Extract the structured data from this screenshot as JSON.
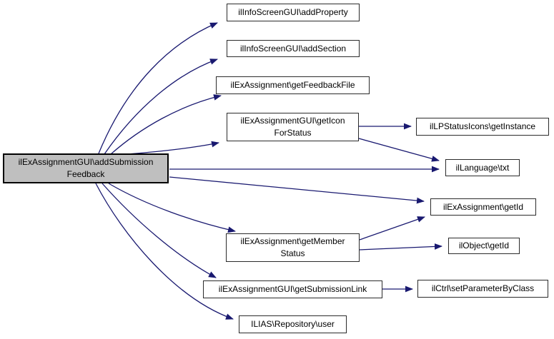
{
  "diagram": {
    "type": "call-graph",
    "background_color": "#ffffff",
    "edge_color": "#191970",
    "node_fill": "#ffffff",
    "node_border_color": "#2b2b2b",
    "main_node_fill": "#bfbfbf",
    "main_node_border_color": "#000000",
    "text_color": "#000000"
  },
  "nodes": [
    {
      "id": "addSubmissionFeedback",
      "label": "ilExAssignmentGUI\\addSubmission\nFeedback",
      "main": true
    },
    {
      "id": "addProperty",
      "label": "ilInfoScreenGUI\\addProperty",
      "main": false
    },
    {
      "id": "addSection",
      "label": "ilInfoScreenGUI\\addSection",
      "main": false
    },
    {
      "id": "getFeedbackFile",
      "label": "ilExAssignment\\getFeedbackFile",
      "main": false
    },
    {
      "id": "getIconForStatus",
      "label": "ilExAssignmentGUI\\getIcon\nForStatus",
      "main": false
    },
    {
      "id": "getMemberStatus",
      "label": "ilExAssignment\\getMember\nStatus",
      "main": false
    },
    {
      "id": "getSubmissionLink",
      "label": "ilExAssignmentGUI\\getSubmissionLink",
      "main": false
    },
    {
      "id": "repositoryUser",
      "label": "ILIAS\\Repository\\user",
      "main": false
    },
    {
      "id": "getInstance",
      "label": "ilLPStatusIcons\\getInstance",
      "main": false
    },
    {
      "id": "txt",
      "label": "ilLanguage\\txt",
      "main": false
    },
    {
      "id": "getId",
      "label": "ilExAssignment\\getId",
      "main": false
    },
    {
      "id": "objectGetId",
      "label": "ilObject\\getId",
      "main": false
    },
    {
      "id": "setParameterByClass",
      "label": "ilCtrl\\setParameterByClass",
      "main": false
    }
  ],
  "edges": [
    {
      "from": "addSubmissionFeedback",
      "to": "addProperty"
    },
    {
      "from": "addSubmissionFeedback",
      "to": "addSection"
    },
    {
      "from": "addSubmissionFeedback",
      "to": "getFeedbackFile"
    },
    {
      "from": "addSubmissionFeedback",
      "to": "getIconForStatus"
    },
    {
      "from": "addSubmissionFeedback",
      "to": "txt"
    },
    {
      "from": "addSubmissionFeedback",
      "to": "getId"
    },
    {
      "from": "addSubmissionFeedback",
      "to": "getMemberStatus"
    },
    {
      "from": "addSubmissionFeedback",
      "to": "getSubmissionLink"
    },
    {
      "from": "addSubmissionFeedback",
      "to": "repositoryUser"
    },
    {
      "from": "getIconForStatus",
      "to": "getInstance"
    },
    {
      "from": "getIconForStatus",
      "to": "txt"
    },
    {
      "from": "getMemberStatus",
      "to": "getId"
    },
    {
      "from": "getMemberStatus",
      "to": "objectGetId"
    },
    {
      "from": "getSubmissionLink",
      "to": "setParameterByClass"
    }
  ]
}
